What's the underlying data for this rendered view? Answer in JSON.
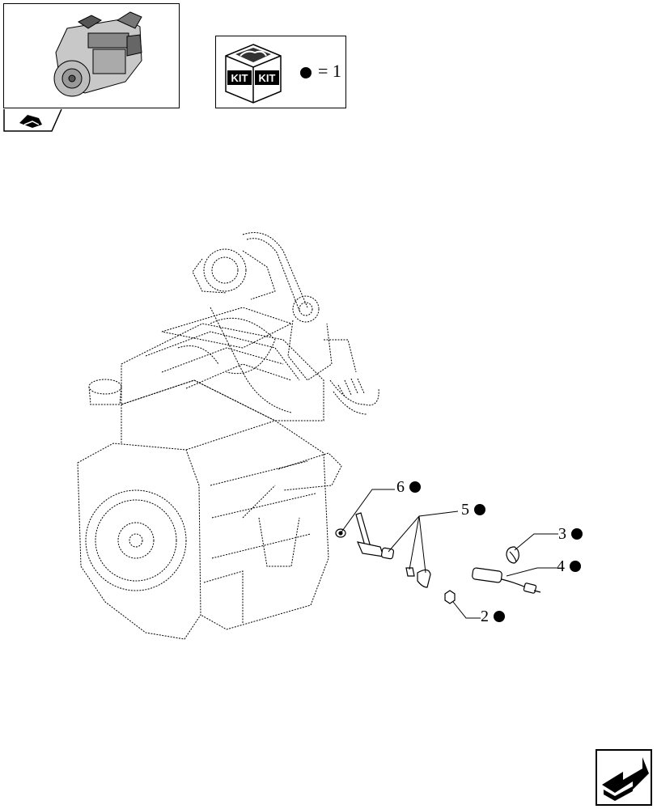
{
  "legend": {
    "kit_label_left": "KIT",
    "kit_label_right": "KIT",
    "equals_value": "= 1"
  },
  "callouts": [
    {
      "number": "6"
    },
    {
      "number": "5"
    },
    {
      "number": "3"
    },
    {
      "number": "4"
    },
    {
      "number": "2"
    }
  ],
  "icons": {
    "thumbnail": "engine-thumbnail",
    "tab": "engine-section-icon",
    "kit": "kit-box-icon",
    "marker": "bullet-dot-icon",
    "nav": "next-page-arrow-icon"
  }
}
